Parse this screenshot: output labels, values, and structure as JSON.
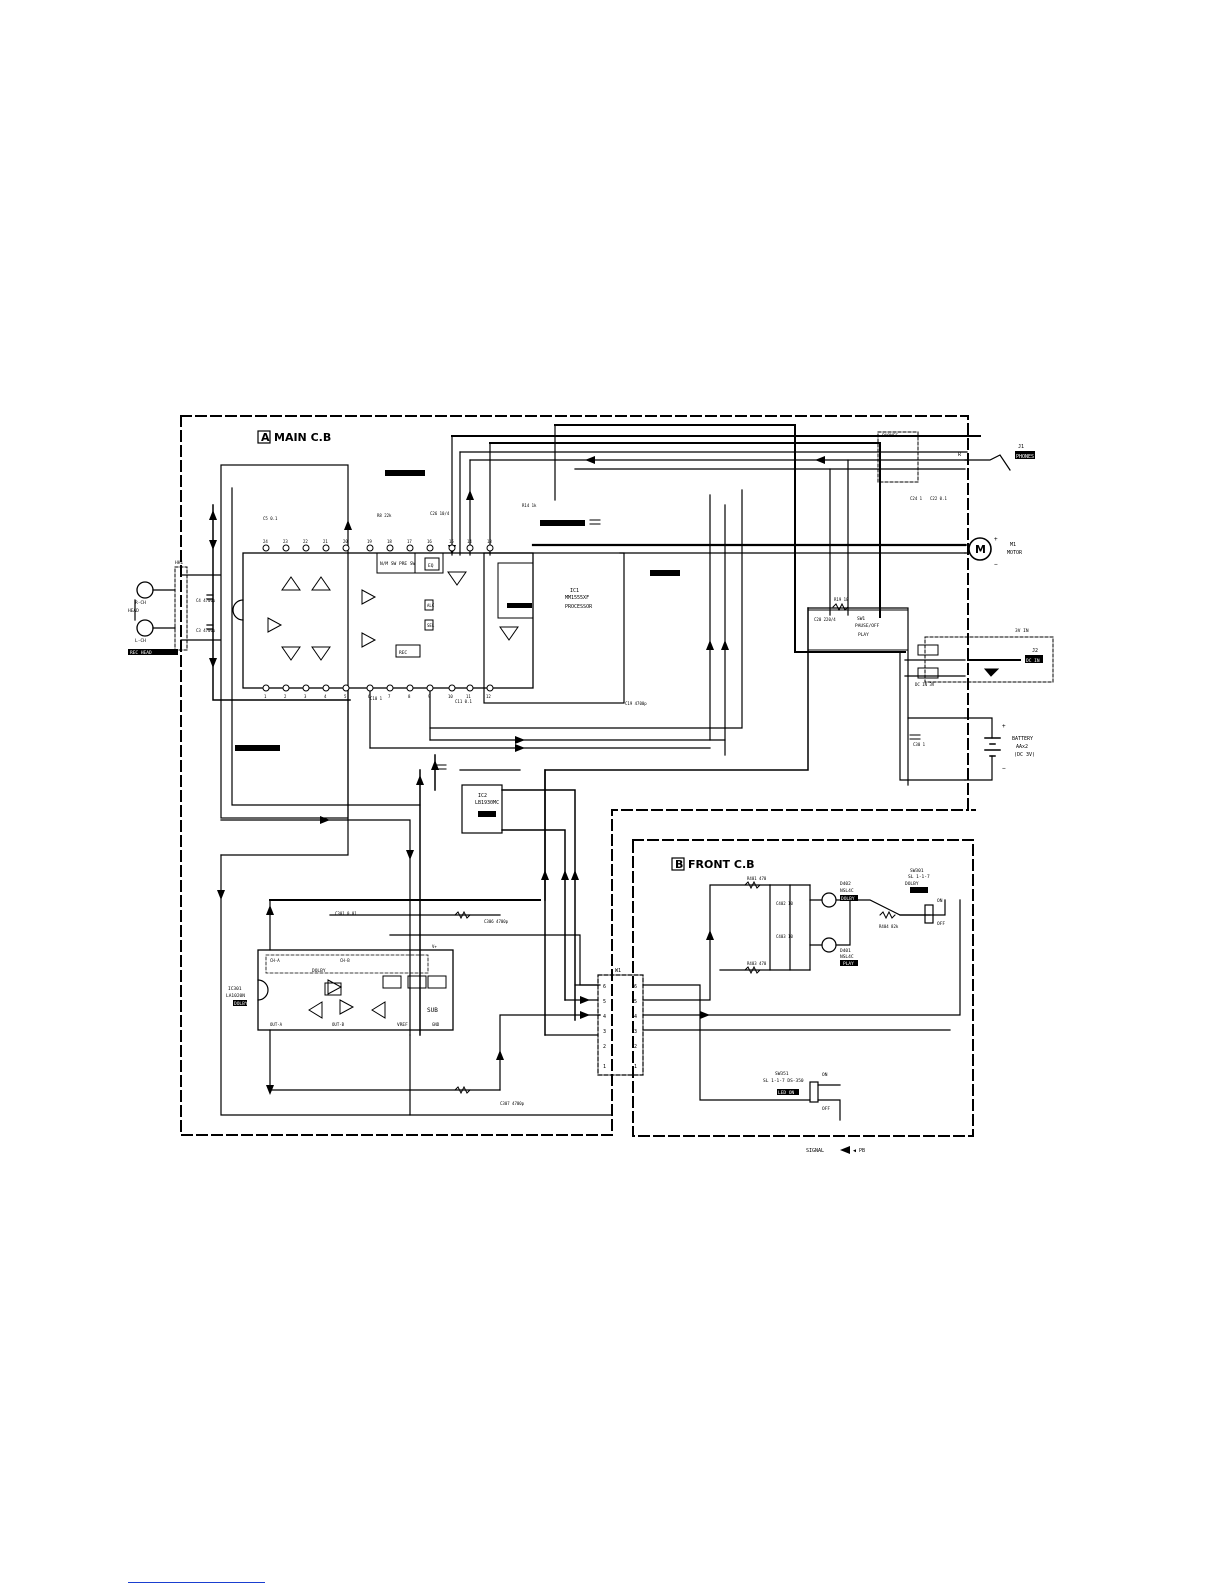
{
  "boards": {
    "main": {
      "letter": "A",
      "title": "MAIN C.B"
    },
    "front": {
      "letter": "B",
      "title": "FRONT C.B"
    }
  },
  "ics": {
    "ic1": {
      "ref": "IC1",
      "part": "MM1555XF",
      "name": "PROCESSOR"
    },
    "ic2": {
      "ref": "IC2",
      "part": "LB1930MC"
    }
  },
  "left_connectors": {
    "r_ch": "R-CH",
    "l_ch": "L-CH",
    "head": "HEAD",
    "label": "REC HEAD",
    "head_ref": "HH1"
  },
  "jacks": {
    "j1_ref": "J1",
    "j1_label": "PHONES",
    "j1_tag": "R",
    "j2_ref": "J2",
    "j2_label": "DC IN",
    "j2_title": "3V IN",
    "phones_block": "PHONES",
    "dc_jack_label": "DC IN 3V"
  },
  "motor": {
    "ref": "M1",
    "name": "MOTOR",
    "symbol": "M",
    "plus": "+",
    "minus": "−"
  },
  "battery": {
    "name": "BATTERY",
    "spec": "AAx2",
    "volt": "(DC 3V)",
    "plus": "+",
    "minus": "−"
  },
  "switch_main": {
    "ref": "SW1",
    "label": "PAUSE/OFF",
    "pos": "PLAY"
  },
  "dolby": {
    "label": "DOLBY",
    "sw_ref": "SW301",
    "sw_label": "SL 1-1-7",
    "sw_type": "DOLBY",
    "on": "ON",
    "off": "OFF"
  },
  "front_switch": {
    "ref": "SW351",
    "label": "SL 1-1-7 DS-350",
    "box": "LED ON",
    "on": "ON",
    "off": "OFF"
  },
  "leds": {
    "d402": {
      "ref": "D402",
      "part": "NSL4C",
      "box": "DOLBY"
    },
    "d401": {
      "ref": "D401",
      "part": "NSL4C",
      "box": "PLAY"
    }
  },
  "sub_ic": {
    "label": "IC301",
    "part": "LA1020N",
    "box": "DOLBY",
    "sub": "SUB",
    "vref": "VREF",
    "pins_top": [
      "CH-A",
      "CH-B",
      "V+"
    ],
    "pins_bottom": [
      "OUT-A",
      "OUT-B",
      "GND"
    ]
  },
  "connector": {
    "ref": "W1",
    "pins_left": [
      "6",
      "5",
      "4",
      "3",
      "2",
      "1"
    ],
    "pins_right": [
      "6",
      "5",
      "4",
      "3",
      "2",
      "1"
    ]
  },
  "part_labels": {
    "c4": "C4 4700p",
    "c3": "C3 4700p",
    "c5": "C5 0.1",
    "c10": "C10 1",
    "c11": "C11 0.1",
    "c19": "C19 4700p",
    "c20": "C20 220/4",
    "c22": "C22 0.1",
    "c24": "C24 1",
    "c26": "C26 10/4",
    "c30": "C30 1",
    "r8": "R8 22k",
    "r14": "R14 1k",
    "r19": "R19 10",
    "r401": "R401 470",
    "r403": "R403 470",
    "r404": "R404 82k",
    "c301": "C301 0.01",
    "c306": "C306 4700p",
    "c307": "C307 4700p",
    "c402": "C402 10",
    "c403": "C403 10"
  },
  "ic1_blocks": [
    "N/M SW",
    "PRE SW",
    "EQ",
    "ALC",
    "REC",
    "SEL"
  ],
  "ic1_pins_top": [
    "24",
    "23",
    "22",
    "21",
    "20",
    "19",
    "18",
    "17",
    "16",
    "15",
    "14",
    "13"
  ],
  "ic1_pins_bottom": [
    "1",
    "2",
    "3",
    "4",
    "5",
    "6",
    "7",
    "8",
    "9",
    "10",
    "11",
    "12"
  ],
  "arrow_label": "SIGNAL",
  "legend_note": "◀ PB"
}
